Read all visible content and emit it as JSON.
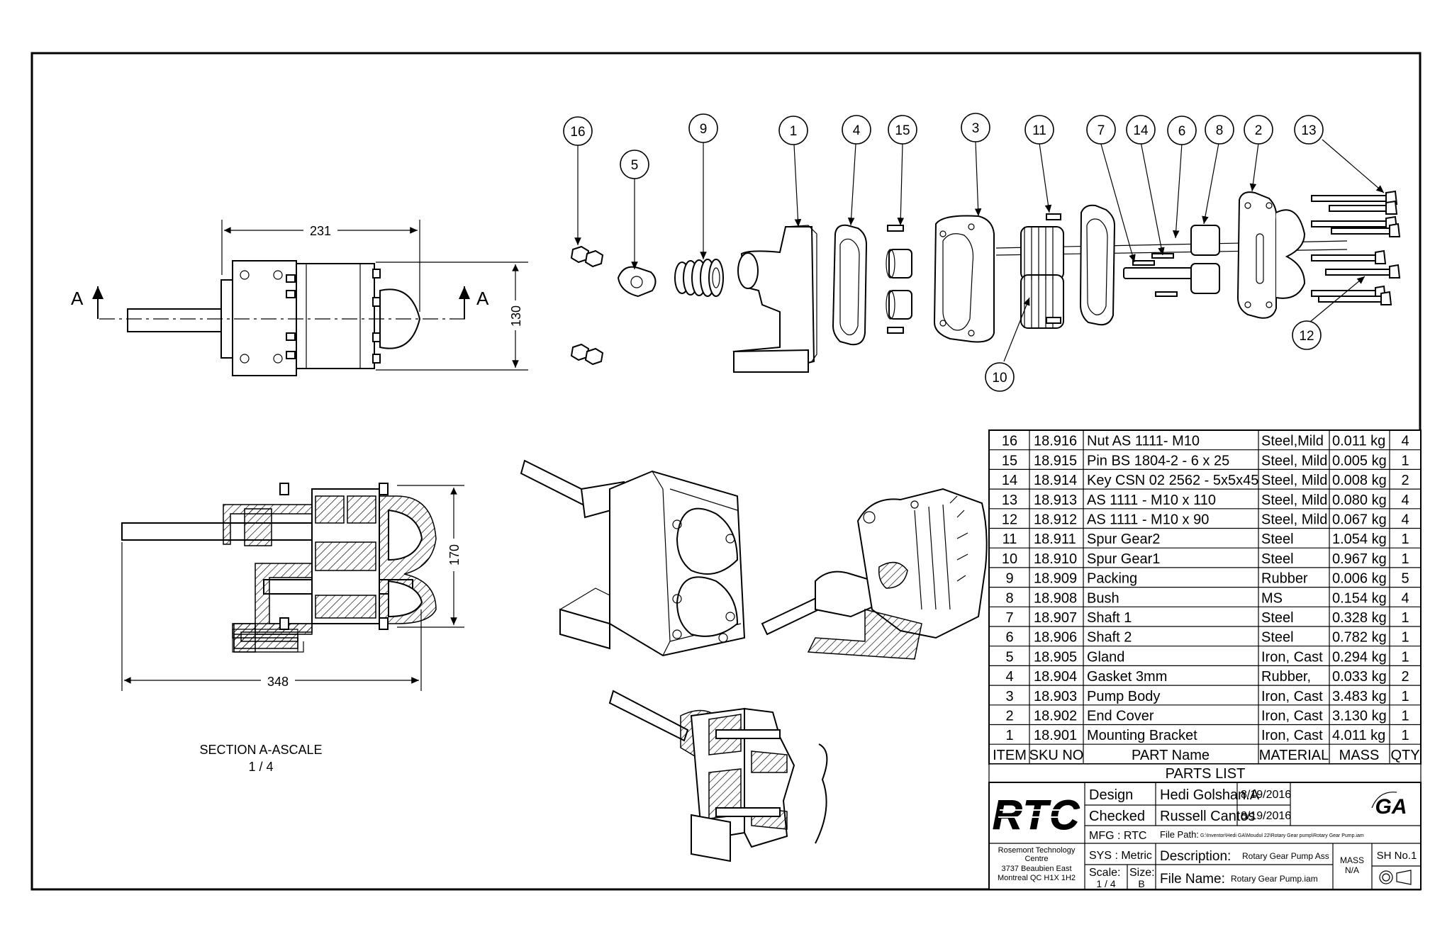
{
  "front_view": {
    "width_dim": "231",
    "height_dim": "130",
    "section_letter_left": "A",
    "section_letter_right": "A"
  },
  "section_view": {
    "height_dim": "170",
    "width_dim": "348",
    "caption_line1": "SECTION A-ASCALE",
    "caption_line2": "1 / 4"
  },
  "balloons": [
    "16",
    "5",
    "9",
    "1",
    "4",
    "15",
    "3",
    "11",
    "7",
    "14",
    "6",
    "8",
    "2",
    "13",
    "12",
    "10"
  ],
  "parts_list": {
    "title": "PARTS LIST",
    "headers": [
      "ITEM",
      "SKU NO",
      "PART Name",
      "MATERIAL",
      "MASS",
      "QTY"
    ],
    "rows": [
      {
        "item": "16",
        "sku": "18.916",
        "name": "Nut AS 1111- M10",
        "material": "Steel,Mild",
        "mass": "0.011 kg",
        "qty": "4"
      },
      {
        "item": "15",
        "sku": "18.915",
        "name": "Pin BS 1804-2 - 6 x 25",
        "material": "Steel, Mild",
        "mass": "0.005 kg",
        "qty": "1"
      },
      {
        "item": "14",
        "sku": "18.914",
        "name": "Key CSN 02 2562 - 5x5x45",
        "material": "Steel, Mild",
        "mass": "0.008 kg",
        "qty": "2"
      },
      {
        "item": "13",
        "sku": "18.913",
        "name": "AS 1111 - M10 x 110",
        "material": "Steel, Mild",
        "mass": "0.080 kg",
        "qty": "4"
      },
      {
        "item": "12",
        "sku": "18.912",
        "name": "AS 1111 - M10 x 90",
        "material": "Steel, Mild",
        "mass": "0.067 kg",
        "qty": "4"
      },
      {
        "item": "11",
        "sku": "18.911",
        "name": "Spur Gear2",
        "material": "Steel",
        "mass": "1.054 kg",
        "qty": "1"
      },
      {
        "item": "10",
        "sku": "18.910",
        "name": "Spur Gear1",
        "material": "Steel",
        "mass": "0.967 kg",
        "qty": "1"
      },
      {
        "item": "9",
        "sku": "18.909",
        "name": "Packing",
        "material": "Rubber",
        "mass": "0.006 kg",
        "qty": "5"
      },
      {
        "item": "8",
        "sku": "18.908",
        "name": "Bush",
        "material": "MS",
        "mass": "0.154 kg",
        "qty": "4"
      },
      {
        "item": "7",
        "sku": "18.907",
        "name": "Shaft 1",
        "material": "Steel",
        "mass": "0.328 kg",
        "qty": "1"
      },
      {
        "item": "6",
        "sku": "18.906",
        "name": "Shaft 2",
        "material": "Steel",
        "mass": "0.782 kg",
        "qty": "1"
      },
      {
        "item": "5",
        "sku": "18.905",
        "name": "Gland",
        "material": "Iron, Cast",
        "mass": "0.294 kg",
        "qty": "1"
      },
      {
        "item": "4",
        "sku": "18.904",
        "name": "Gasket 3mm",
        "material": "Rubber,",
        "mass": "0.033 kg",
        "qty": "2"
      },
      {
        "item": "3",
        "sku": "18.903",
        "name": "Pump Body",
        "material": "Iron, Cast",
        "mass": "3.483 kg",
        "qty": "1"
      },
      {
        "item": "2",
        "sku": "18.902",
        "name": "End Cover",
        "material": "Iron, Cast",
        "mass": "3.130 kg",
        "qty": "1"
      },
      {
        "item": "1",
        "sku": "18.901",
        "name": "Mounting Bracket",
        "material": "Iron, Cast",
        "mass": "4.011 kg",
        "qty": "1"
      }
    ]
  },
  "title_block": {
    "logo_text": "RTC",
    "company_line1": "Rosemont Technology",
    "company_line2": "Centre",
    "company_line3": "3737 Beaubien East",
    "company_line4": "Montreal QC H1X 1H2",
    "design_label": "Design",
    "design_name": "Hedi Golshan.A",
    "design_date": "8/19/2016",
    "checked_label": "Checked",
    "checked_name": "Russell Cantos",
    "checked_date": "8/19/2016",
    "mfg": "MFG : RTC",
    "sys": "SYS : Metric",
    "file_path_label": "File Path:",
    "file_path": "G:\\Inventor\\Hedi GA\\Moudul 22\\Rotary Gear pump\\Rotary Gear Pump.iam",
    "description_label": "Description:",
    "description": "Rotary Gear Pump Ass",
    "file_name_label": "File Name:",
    "file_name": "Rotary Gear Pump.iam",
    "scale_label": "Scale:",
    "scale": "1 / 4",
    "size_label": "Size:",
    "size": "B",
    "mass_label": "MASS",
    "mass": "N/A",
    "sheet": "SH No.1",
    "ga_logo": "GA"
  }
}
